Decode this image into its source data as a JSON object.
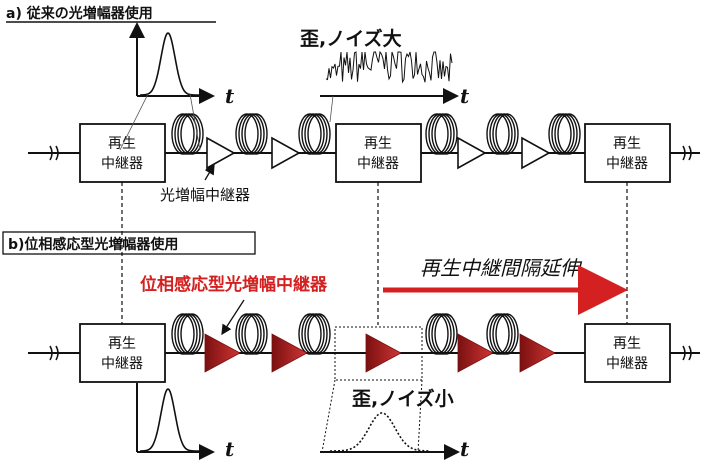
{
  "section_a": {
    "title": "a) 従来の光増幅器使用"
  },
  "section_b": {
    "title": "b)位相感応型光増幅器使用"
  },
  "regen_box": {
    "line1": "再生",
    "line2": "中継器"
  },
  "axis_label": "t",
  "labels": {
    "noise_large": "歪,ノイズ大",
    "noise_small": "歪,ノイズ小",
    "amp_repeater": "光増幅中継器",
    "psa_repeater": "位相感応型光増幅中継器",
    "extension": "再生中継間隔延伸"
  },
  "colors": {
    "red": "#d42020",
    "line": "#111111",
    "psa_fill_dark": "#8c1414",
    "psa_fill_light": "#c83030"
  }
}
